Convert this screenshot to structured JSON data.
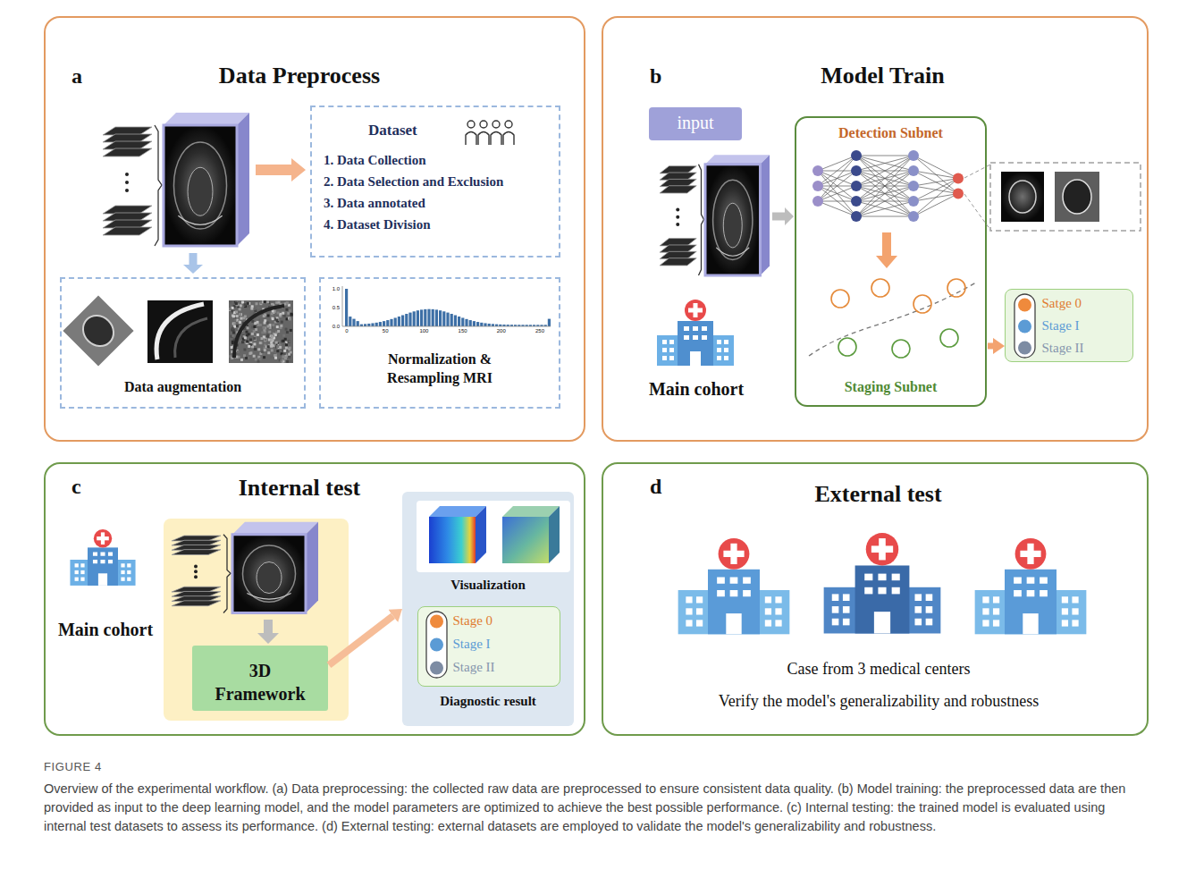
{
  "diagram": {
    "caption": "Overview of the experimental workflow. (a) Data preprocessing: the collected raw data are preprocessed to ensure consistent data quality. (b) Model training: the preprocessed data are then provided as input to the deep learning model, and the model parameters are optimized to achieve the best possible performance. (c) Internal testing: the trained model is evaluated using internal test datasets to assess its performance. (d) External testing: external datasets are employed to validate the model's generalizability and robustness.",
    "nodes": [
      {
        "text": [
          "a",
          "Data Preprocess"
        ]
      },
      {
        "text": [
          "Dataset",
          "1. Data Collection",
          "2. Data Selection and Exclusion",
          "3. Data annotated",
          "4. Dataset Division"
        ],
        "in": 0
      },
      {
        "text": [
          "Data augmentation"
        ],
        "in": 0
      },
      {
        "text": [
          "Normalization & Resampling MRI"
        ],
        "in": 0
      },
      {
        "text": [
          "b",
          "Model Train"
        ]
      },
      {
        "text": [
          "input"
        ],
        "in": 4
      },
      {
        "text": [
          "Detection Subnet",
          "Staging Subnet"
        ],
        "in": 4
      },
      {
        "text": [
          "Satge 0",
          "Stage I",
          "Stage II"
        ],
        "in": 4
      },
      {
        "text": [
          "c",
          "Internal test"
        ]
      },
      {
        "text": [
          "3D Framework"
        ],
        "in": 8
      },
      {
        "text": [
          "Visualization",
          "Diagnostic result"
        ],
        "in": 8
      },
      {
        "text": [
          "Stage 0",
          "Stage I",
          "Stage II"
        ],
        "in": 10
      },
      {
        "text": [
          "d",
          "External test",
          "Case from 3 medical centers",
          "Verify the model's generalizability and robustness"
        ]
      }
    ],
    "edges": [
      {
        "from": 6,
        "to": 7,
        "arrow": "to"
      },
      {
        "from": 9,
        "to": 10,
        "arrow": "to"
      }
    ],
    "labels": [
      "Main cohort",
      "Main cohort",
      "1.0",
      "0.5",
      "0.0",
      "0",
      "50",
      "100",
      "150",
      "200",
      "250",
      "FIGURE 4"
    ]
  }
}
